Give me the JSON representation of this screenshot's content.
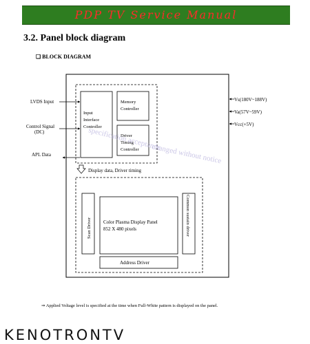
{
  "header": {
    "title": "PDP TV Service Manual"
  },
  "section": {
    "heading": "3.2. Panel block diagram"
  },
  "block_diagram_label": "BLOCK DIAGRAM",
  "inputs": {
    "lvds": "LVDS Input",
    "control_line1": "Control Signal",
    "control_line2": "(DC)",
    "apl": "APL Data"
  },
  "voltages": {
    "vs": "Vs(180V~188V)",
    "va": "Va(57V~59V)",
    "vcc": "Vcc(+5V)"
  },
  "blocks": {
    "input_interface": [
      "Input",
      "Interface",
      "Controller"
    ],
    "memory": [
      "Memory",
      "Controller"
    ],
    "driver_timing": [
      "Driver",
      "Timing",
      "Controller"
    ],
    "display_data": "Display data, Driver timing",
    "scan_driver": "Scan Driver",
    "panel_line1": "Color Plasma Display Panel",
    "panel_line2": "852 X 480 pixels",
    "sustain_driver": "Common sustain driver",
    "address_driver": "Address Driver"
  },
  "watermark": {
    "line1": "specification acceptance",
    "line2": "changed without notice"
  },
  "note": "Applied Voltage level is specified at the time when Full-White pattern is displayed on the panel.",
  "footer_brand": "KENOTRONTV",
  "colors": {
    "header_green": "#2e7d20",
    "header_text": "#ff2a2a",
    "watermark": "#b9b3de"
  }
}
